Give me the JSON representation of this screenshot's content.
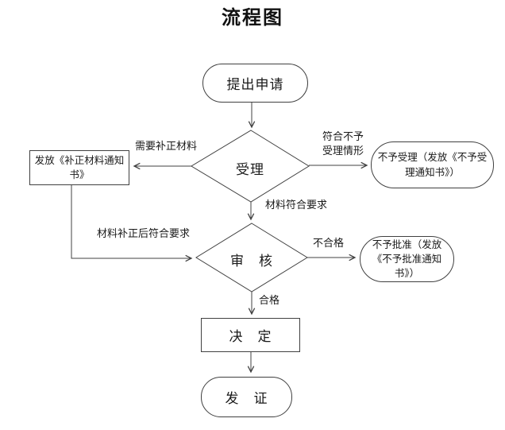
{
  "title": "流程图",
  "colors": {
    "line": "#404040",
    "text": "#1a1a1a",
    "background": "#ffffff"
  },
  "nodes": {
    "start": {
      "label": "提出申请"
    },
    "accept": {
      "label": "受理"
    },
    "supplement_notice": {
      "label": "发放《补正材料通知书》"
    },
    "not_accept": {
      "label": "不予受理（发放《不予受理通知书》）"
    },
    "review": {
      "label": "审　核"
    },
    "not_approve": {
      "label": "不予批准（发放《不予批准通知书》）"
    },
    "decide": {
      "label": "决　定"
    },
    "issue": {
      "label": "发　证"
    }
  },
  "edge_labels": {
    "need_supplement": "需要补正材料",
    "meets_rejection": "符合不予受理情形",
    "materials_ok": "材料符合要求",
    "supplemented_ok": "材料补正后符合要求",
    "unqualified": "不合格",
    "qualified": "合格"
  }
}
